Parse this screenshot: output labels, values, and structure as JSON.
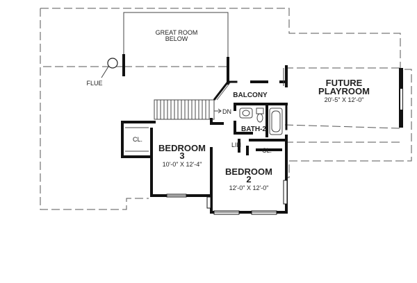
{
  "rooms": {
    "great_room": {
      "line1": "GREAT ROOM",
      "line2": "BELOW"
    },
    "flue": "FLUE",
    "balcony": "BALCONY",
    "dn": "DN",
    "future_playroom": {
      "line1": "FUTURE",
      "line2": "PLAYROOM",
      "dims": "20'-5\" X 12'-0\""
    },
    "bath2": "BATH-2",
    "closet3": "CL.",
    "lin": "LIN",
    "closet2": "CL.",
    "bedroom3": {
      "line1": "BEDROOM",
      "line2": "3",
      "dims": "10'-0\" X 12'-4\""
    },
    "bedroom2": {
      "line1": "BEDROOM",
      "line2": "2",
      "dims": "12'-0\" X 12'-0\""
    }
  }
}
